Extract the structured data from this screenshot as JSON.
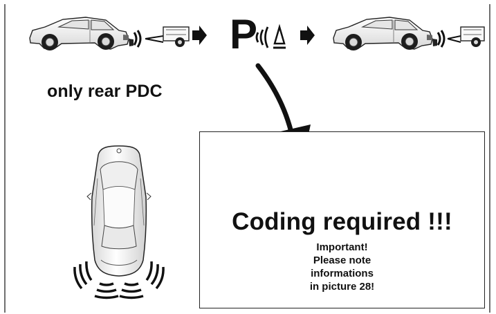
{
  "diagram": {
    "rear_pdc_label": "only rear PDC",
    "parking_symbol_letter": "P",
    "notice": {
      "title": "Coding required !!!",
      "lines": [
        "Important!",
        "Please note",
        "informations",
        "in picture 28!"
      ],
      "warning_symbol": "!"
    },
    "icons": {
      "arrow": "right-arrow-icon",
      "parking_sensor": "parking-sensor-icon",
      "warning": "warning-triangle-icon"
    },
    "colors": {
      "ink": "#111111",
      "car_body": "#f7f7f7",
      "frame": "#222222"
    }
  }
}
